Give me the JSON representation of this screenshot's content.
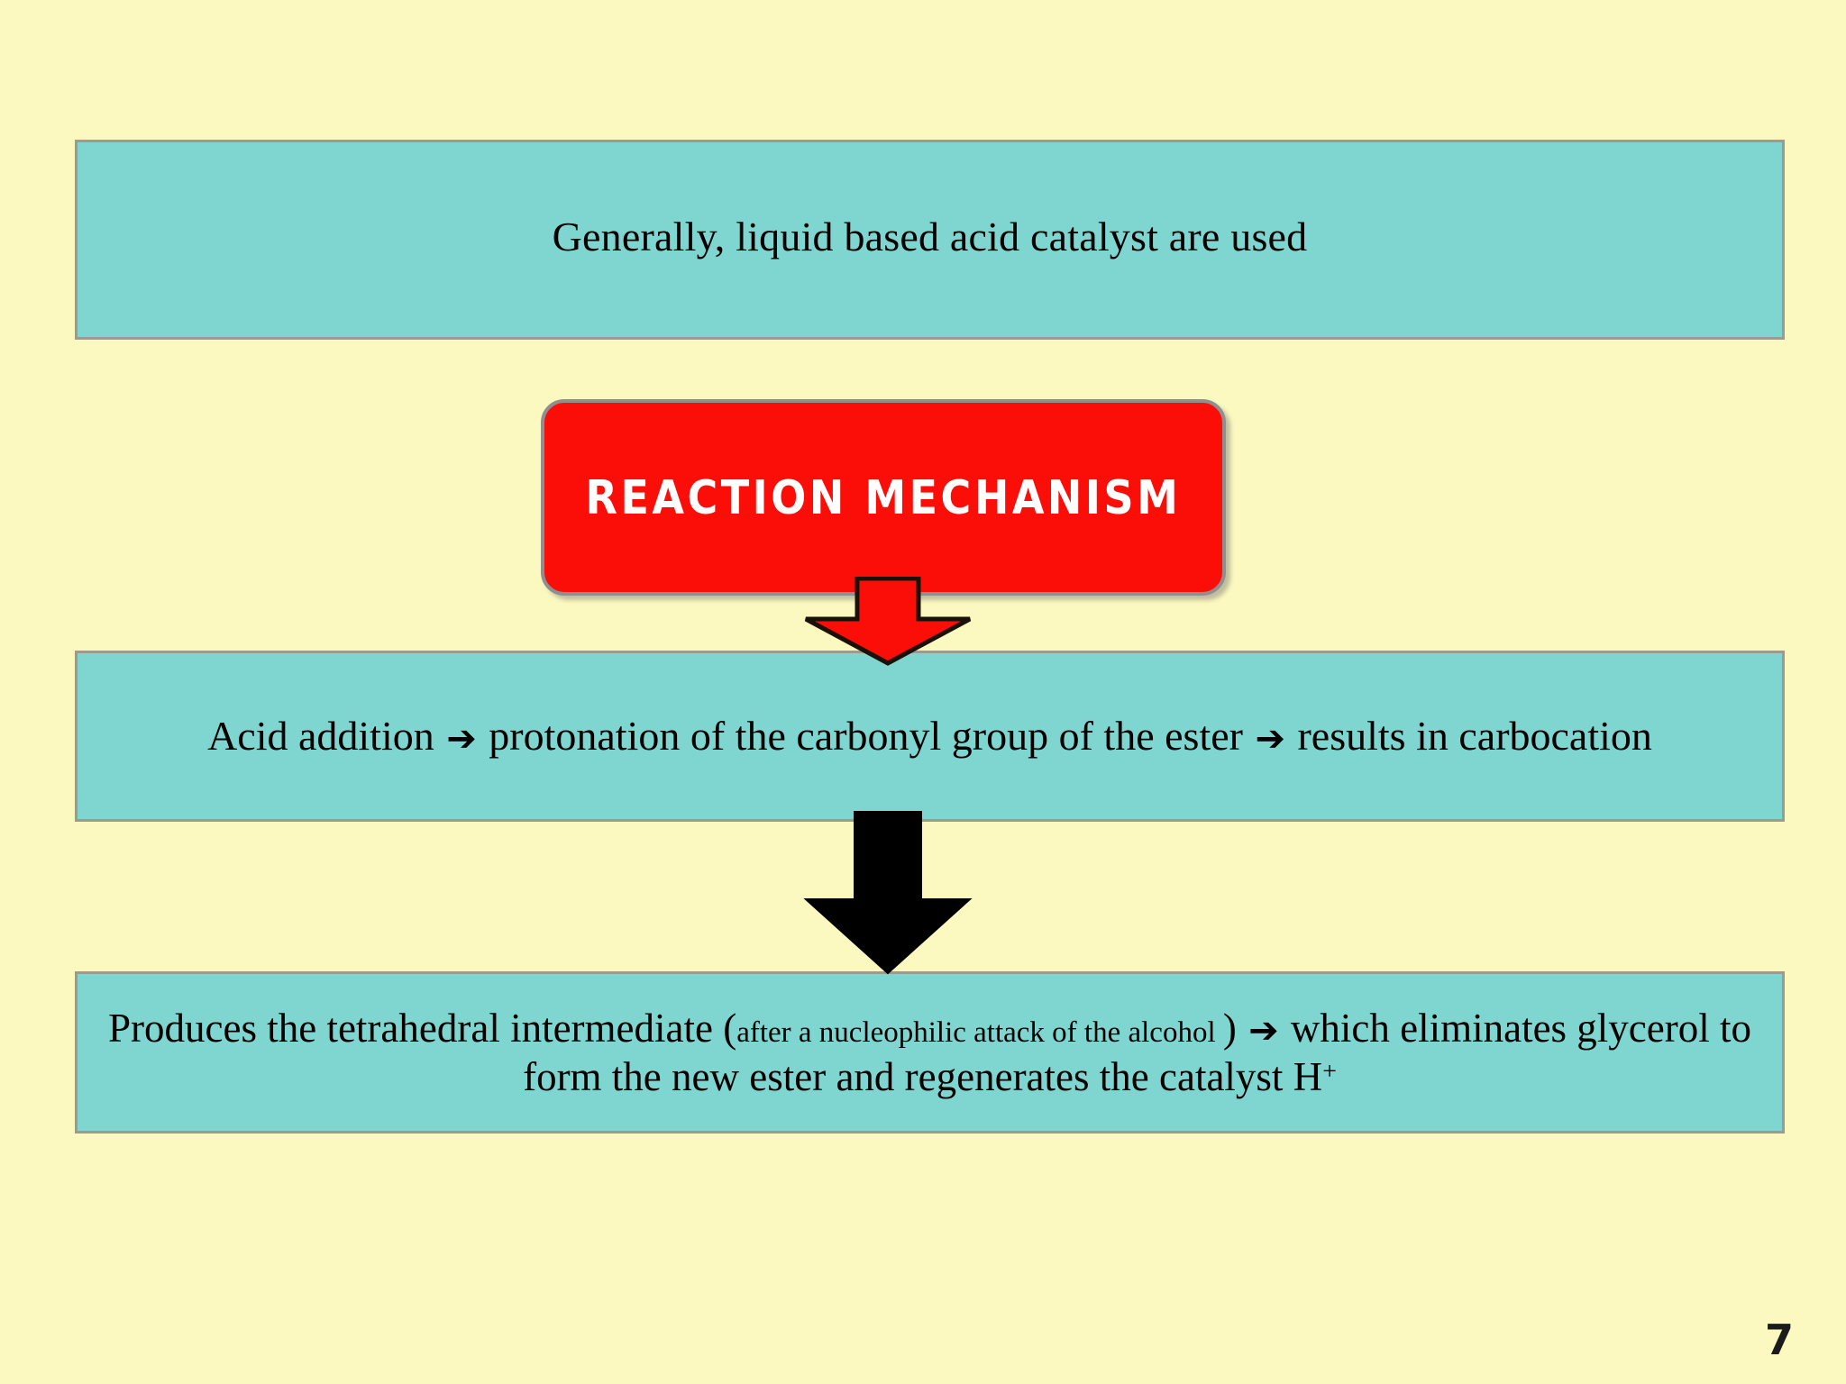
{
  "slide": {
    "page_number": "7",
    "background_color": "#fbf8c0",
    "box_fill_color": "#7fd6d0",
    "box_border_color": "#9d9b8e",
    "callout_color": "#fa0e07",
    "callout_text_color": "#ffffff",
    "arrow_black_color": "#000000",
    "arrow_red_color": "#fa0e07"
  },
  "intro_box": {
    "text": "Generally, liquid based acid catalyst are used"
  },
  "callout": {
    "label": "REACTION MECHANISM"
  },
  "step1_box": {
    "text_part1": "Acid addition ",
    "arrow1": "➔",
    "text_part2": " protonation of the carbonyl group of the ester ",
    "arrow2": "➔",
    "text_part3": " results in carbocation",
    "full_text": "Acid addition ➔ protonation of the carbonyl group of the ester ➔ results in carbocation"
  },
  "step2_box": {
    "text_part1": "Produces the tetrahedral intermediate (",
    "note": "after a nucleophilic attack of the alcohol ",
    "text_part2": ") ",
    "arrow": "➔",
    "text_part3": " which eliminates glycerol to form the new ester and regenerates the catalyst H",
    "superscript": "+",
    "full_text": "Produces the tetrahedral intermediate (after a nucleophilic attack of the alcohol ) ➔ which eliminates glycerol to form the new ester and regenerates the catalyst H+"
  },
  "arrows": {
    "red_arrow_name": "down-arrow-red",
    "black_arrow_name": "down-arrow-black"
  }
}
